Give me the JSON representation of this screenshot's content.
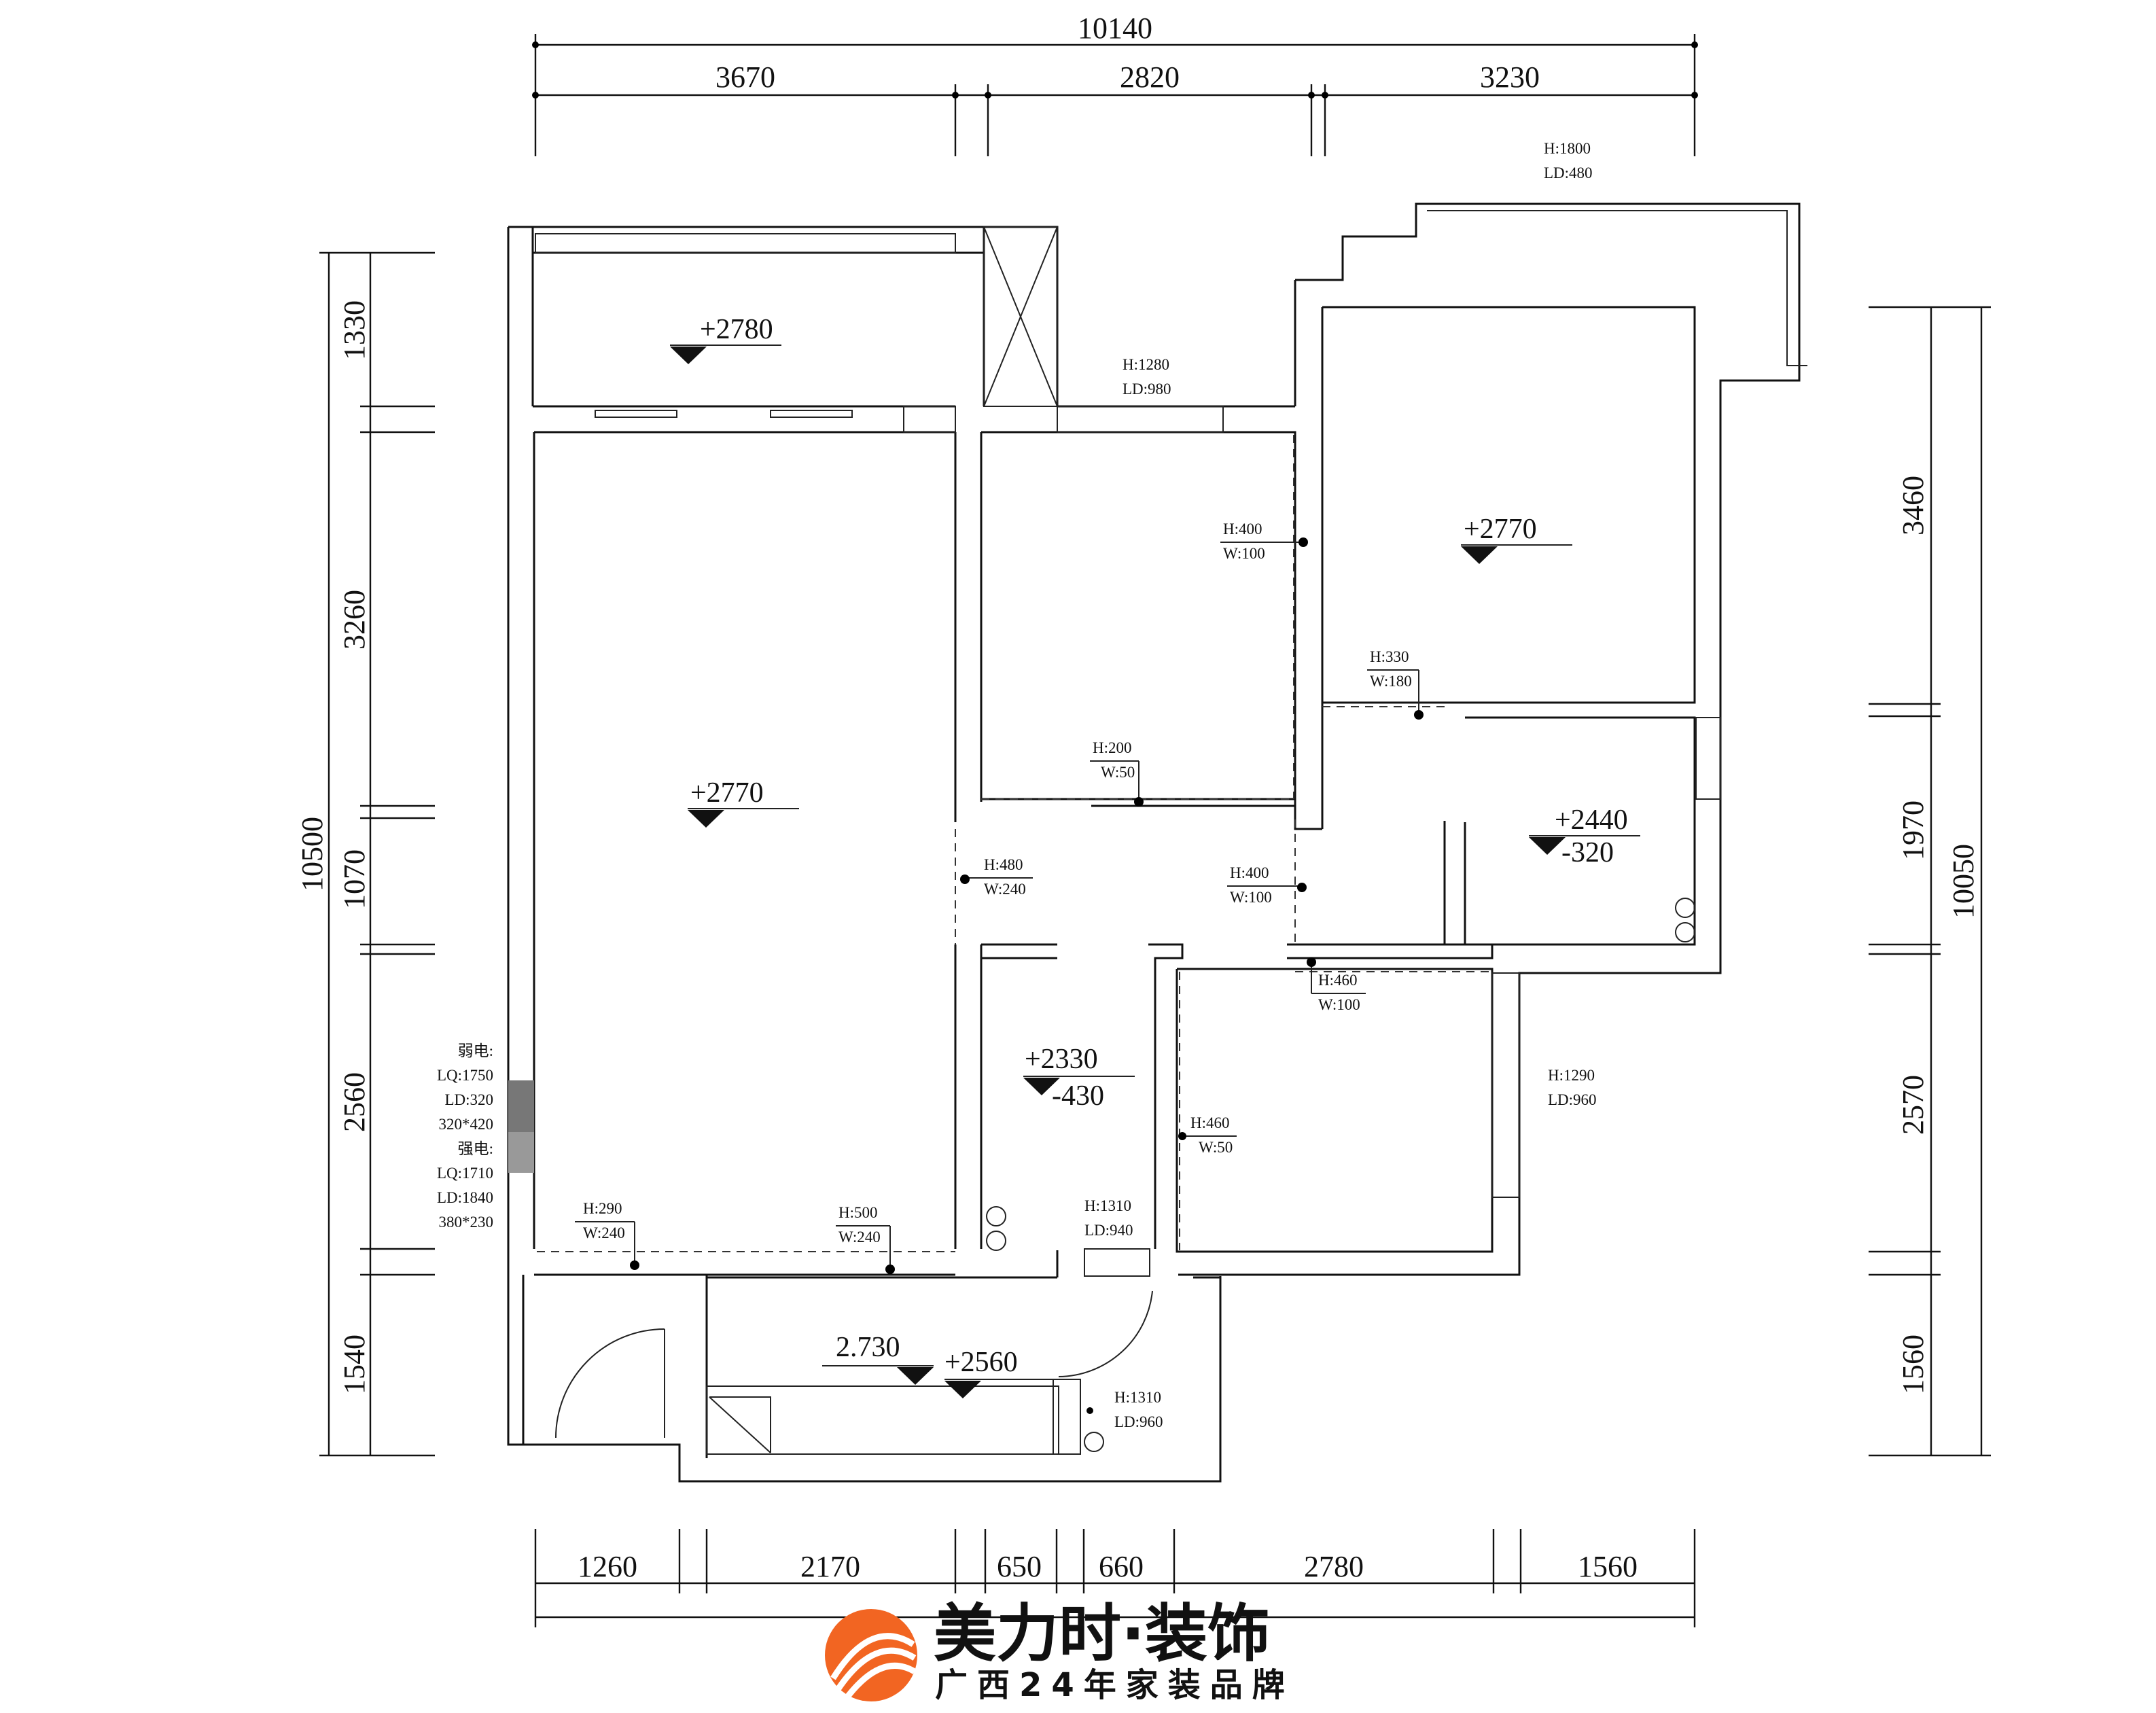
{
  "dimensions": {
    "top_total": "10140",
    "top_parts": [
      "3670",
      "2820",
      "3230"
    ],
    "bottom_parts": [
      "1260",
      "2170",
      "650",
      "660",
      "2780",
      "1560"
    ],
    "left_total": "10500",
    "left_parts": [
      "1330",
      "3260",
      "1070",
      "2560",
      "1540"
    ],
    "right_total": "10050",
    "right_parts": [
      "3460",
      "1970",
      "2570",
      "1560"
    ]
  },
  "elevations": {
    "balcony_top": "+2780",
    "living_room": "+2770",
    "master_bedroom": "+2770",
    "bathroom_top": "+2440",
    "bathroom_top_drop": "-320",
    "bathroom_mid": "+2330",
    "bathroom_mid_drop": "-430",
    "kitchen_left": "2.730",
    "kitchen_right": "+2560"
  },
  "notes": {
    "top_window": [
      "H:1800",
      "LD:480"
    ],
    "window_1280": [
      "H:1280",
      "LD:980"
    ],
    "outlet_400_a": [
      "H:400",
      "W:100"
    ],
    "outlet_330": [
      "H:330",
      "W:180"
    ],
    "outlet_200": [
      "H:200",
      "W:50"
    ],
    "outlet_480": [
      "H:480",
      "W:240"
    ],
    "outlet_400_b": [
      "H:400",
      "W:100"
    ],
    "outlet_460_a": [
      "H:460",
      "W:100"
    ],
    "window_1290": [
      "H:1290",
      "LD:960"
    ],
    "outlet_460_b": [
      "H:460",
      "W:50"
    ],
    "panel_weak": [
      "弱电:",
      "LQ:1750",
      "LD:320",
      "320*420"
    ],
    "panel_strong": [
      "强电:",
      "LQ:1710",
      "LD:1840",
      "380*230"
    ],
    "outlet_290": [
      "H:290",
      "W:240"
    ],
    "outlet_500": [
      "H:500",
      "W:240"
    ],
    "window_1310_a": [
      "H:1310",
      "LD:940"
    ],
    "window_1310_b": [
      "H:1310",
      "LD:960"
    ]
  },
  "brand": {
    "name": "美力时·装饰",
    "tagline": "广西24年家装品牌",
    "accent_color": "#f26522"
  }
}
